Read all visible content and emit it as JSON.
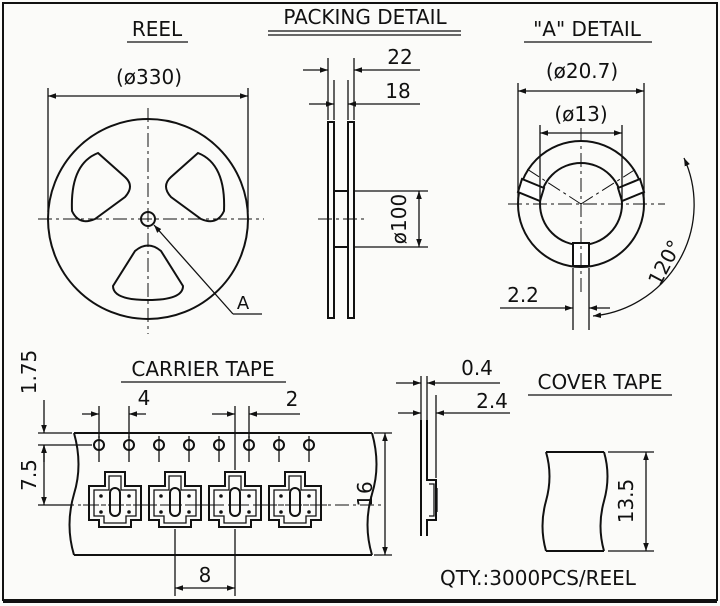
{
  "headings": {
    "reel": "REEL",
    "packing_detail": "PACKING DETAIL",
    "a_detail": "\"A\" DETAIL",
    "carrier_tape": "CARRIER TAPE",
    "cover_tape": "COVER TAPE"
  },
  "dimensions": {
    "reel_diameter": "(ø330)",
    "reel_marker": "A",
    "packing_width_outer": "22",
    "packing_width_inner": "18",
    "hub_diameter": "ø100",
    "a_outer_diameter": "(ø20.7)",
    "a_inner_diameter": "(ø13)",
    "a_slot_width": "2.2",
    "a_angle": "120°",
    "tape_edge_to_hole": "1.75",
    "tape_hole_pitch": "4",
    "tape_hole_to_pocket": "2",
    "tape_hole_to_center": "7.5",
    "tape_width": "16",
    "tape_pocket_pitch": "8",
    "cover_thickness": "0.4",
    "tape_thickness": "2.4",
    "cover_width": "13.5"
  },
  "quantity_note": "QTY.:3000PCS/REEL",
  "colors": {
    "ink": "#111111",
    "paper": "#fbfbf9"
  }
}
